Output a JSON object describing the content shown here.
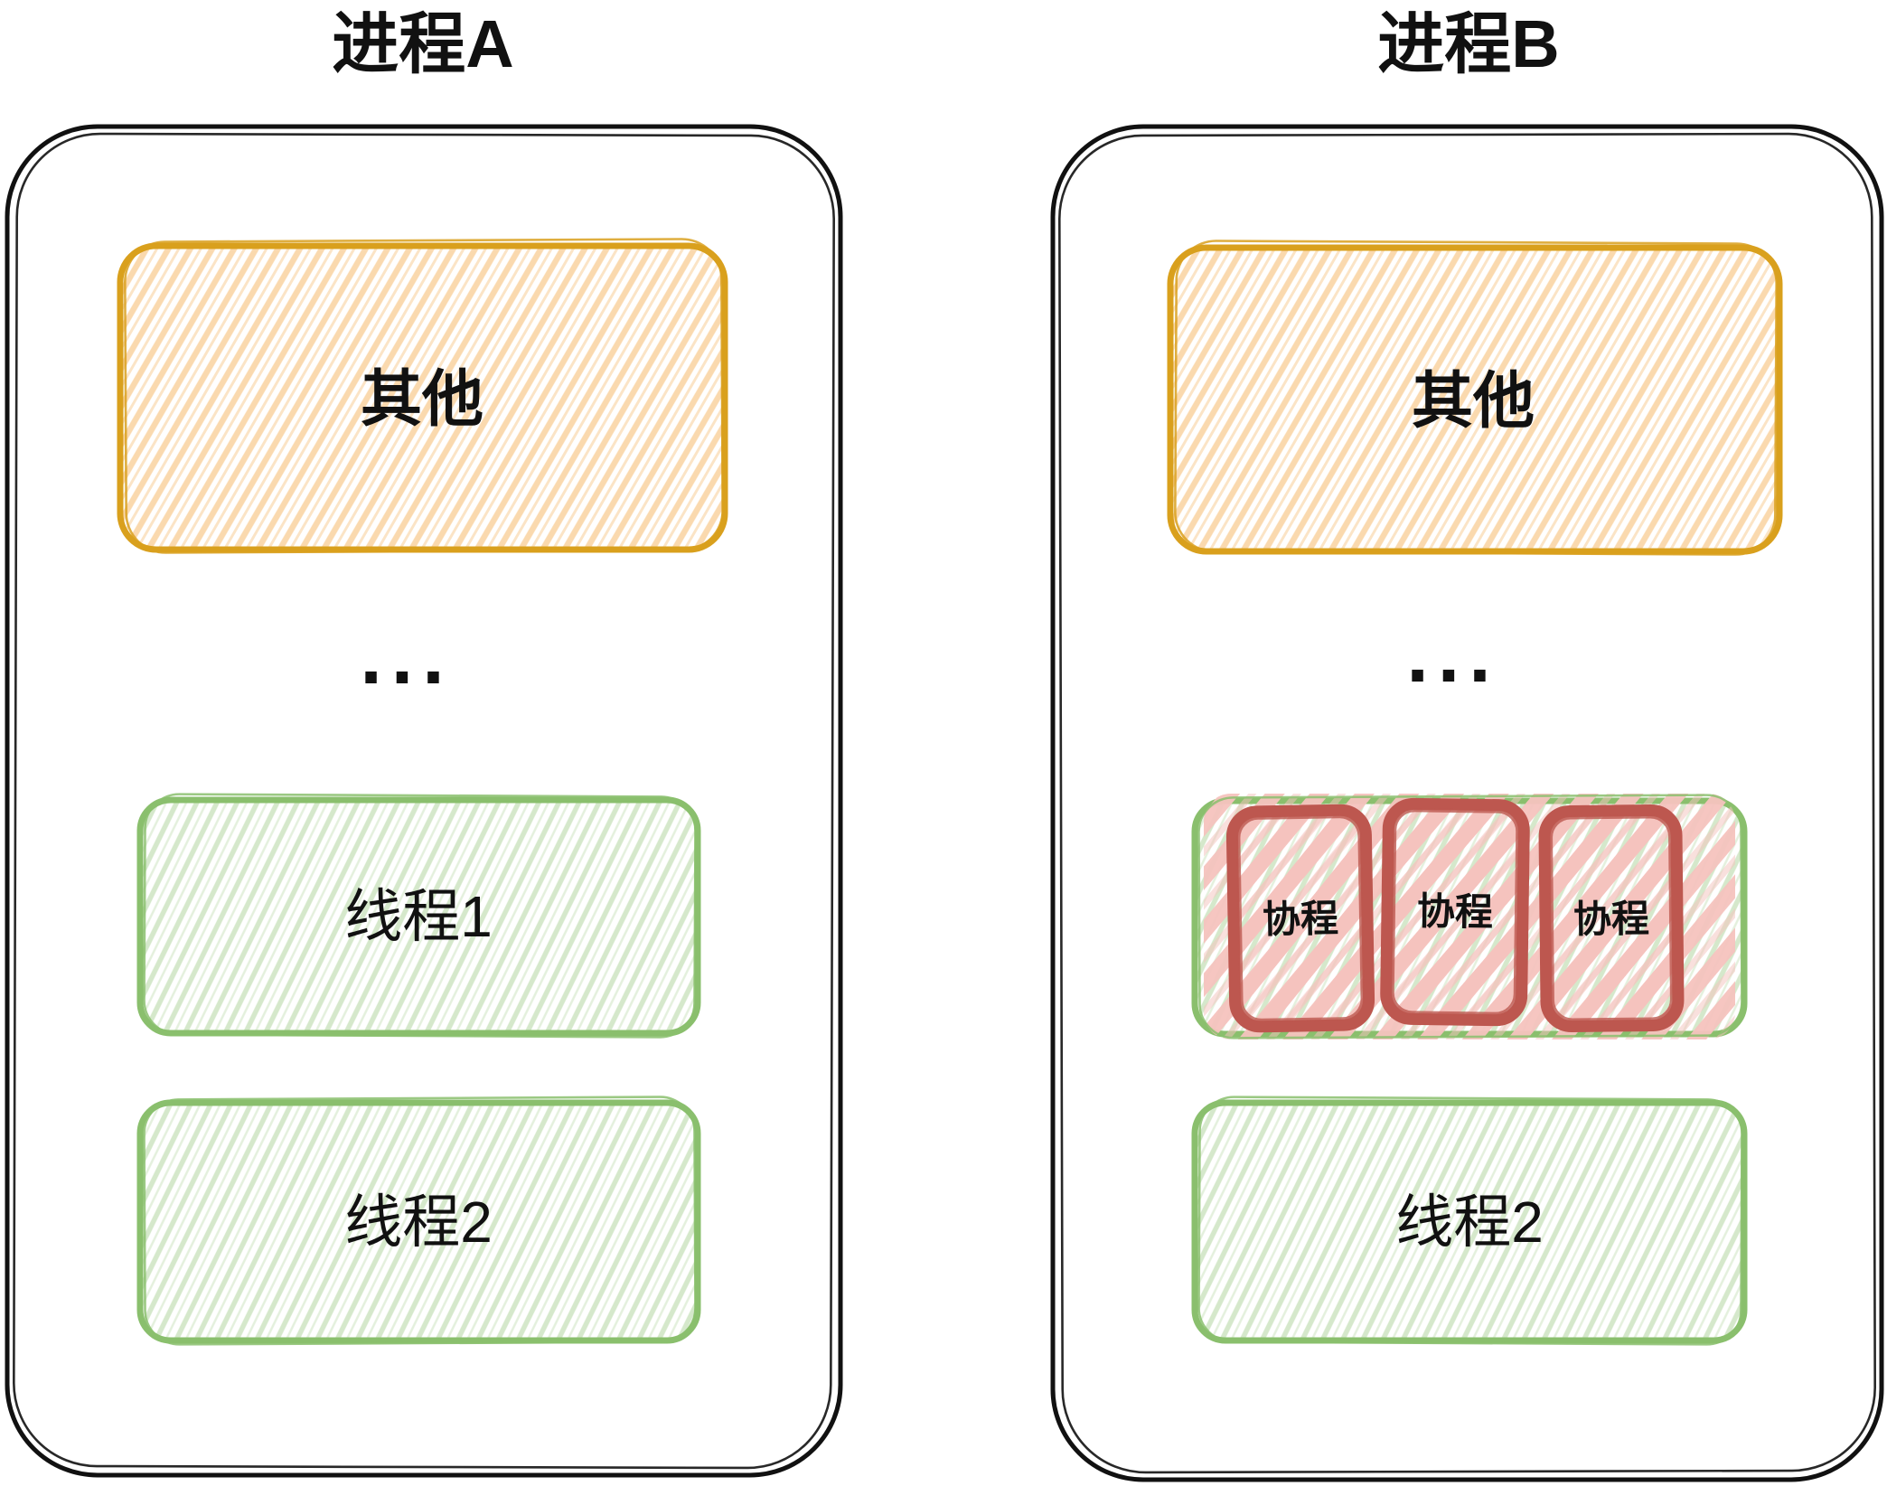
{
  "diagram": {
    "process_a": {
      "title": "进程A",
      "other_box": {
        "label": "其他"
      },
      "ellipsis": "...",
      "thread1": {
        "label": "线程1"
      },
      "thread2": {
        "label": "线程2"
      }
    },
    "process_b": {
      "title": "进程B",
      "other_box": {
        "label": "其他"
      },
      "ellipsis": "...",
      "thread1": {
        "coroutines": [
          {
            "label": "协程"
          },
          {
            "label": "协程"
          },
          {
            "label": "协程"
          }
        ]
      },
      "thread2": {
        "label": "线程2"
      }
    }
  },
  "colors": {
    "ink": "#111111",
    "process_border": "#111111",
    "other_border": "#d9a01d",
    "other_fill": "#fad9ae",
    "thread_border": "#8abf6d",
    "thread_fill": "#d5e8cb",
    "coroutine_border": "#bd574f",
    "coroutine_fill": "#f5c3be"
  }
}
